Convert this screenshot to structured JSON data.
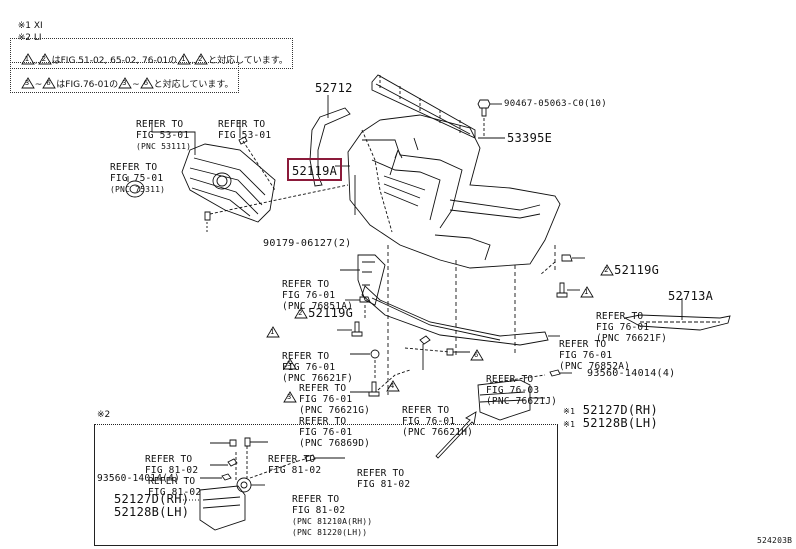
{
  "diagram_id": "524203B",
  "legend": {
    "marks": [
      {
        "symbol": "※1",
        "text": "XI"
      },
      {
        "symbol": "※2",
        "text": "LI"
      }
    ],
    "note_1": {
      "tri_a": "1",
      "sep": ",",
      "tri_b": "2",
      "text_mid": "はFIG.51-02, 65-02, 76-01の",
      "tri_c": "1",
      "sep2": ",",
      "tri_d": "2",
      "text_end": "と対応しています。"
    },
    "note_2": {
      "tri_a": "3",
      "sep": "~",
      "tri_b": "6",
      "text_mid": "はFIG.76-01の",
      "tri_c": "3",
      "sep2": "~",
      "tri_d": "6",
      "text_end": "と対応しています。"
    }
  },
  "parts": {
    "p52712": "52712",
    "p52119A": "52119A",
    "p90467": "90467-05063-C0(10)",
    "p53395E": "53395E",
    "p90179": "90179-06127(2)",
    "p52119G_left": {
      "tri": "2",
      "label": "52119G"
    },
    "p52119G_right": {
      "tri": "2",
      "label": "52119G"
    },
    "p52713A": "52713A",
    "p93560": "93560-14014(4)",
    "p52127D": {
      "mark": "※1",
      "label": "52127D(RH)"
    },
    "p52128B": {
      "mark": "※1",
      "label": "52128B(LH)"
    }
  },
  "refs": {
    "grille_top": {
      "line1": "REFER TO",
      "line2": "FIG 53-01",
      "line3": "(PNC 53111)"
    },
    "clip_top": {
      "line1": "REFER TO",
      "line2": "FIG 53-01"
    },
    "emblem": {
      "line1": "REFER TO",
      "line2": "FIG 75-01",
      "line3": "(PNC 75311)"
    },
    "retainer_left": {
      "line1": "REFER TO",
      "line2": "FIG 76-01",
      "line3": "(PNC 76851A)"
    },
    "bolt_76621F_right": {
      "tri": "1",
      "line1": "REFER TO",
      "line2": "FIG 76-01",
      "line3": "(PNC 76621F)"
    },
    "spoiler": {
      "line1": "REFER TO",
      "line2": "FIG 76-01",
      "line3": "(PNC 76852A)"
    },
    "bolt_76621F_left": {
      "tri": "1",
      "line1": "REFER TO",
      "line2": "FIG 76-01",
      "line3": "(PNC 76621F)"
    },
    "nut_76621G": {
      "tri": "5",
      "line1": "REFER TO",
      "line2": "FIG 76-01",
      "line3": "(PNC 76621G)"
    },
    "bolt_76869D": {
      "tri": "3",
      "line1": "REFER TO",
      "line2": "FIG 76-01",
      "line3": "(PNC 76869D)"
    },
    "clip_76621J": {
      "tri": "6",
      "line1": "REFER TO",
      "line2": "FIG 76-03",
      "line3": "(PNC 76621J)"
    },
    "screw_76621H": {
      "tri": "4",
      "line1": "REFER TO",
      "line2": "FIG 76-01",
      "line3": "(PNC 76621H)"
    }
  },
  "inset": {
    "mark": "※2",
    "refs": [
      {
        "line1": "REFER TO",
        "line2": "FIG 81-02"
      },
      {
        "line1": "REFER TO",
        "line2": "FIG 81-02"
      },
      {
        "line1": "REFER TO",
        "line2": "FIG 81-02"
      },
      {
        "line1": "REFER TO",
        "line2": "FIG 81-02"
      },
      {
        "line1": "REFER TO",
        "line2": "FIG 81-02",
        "line3": "(PNC 81210A(RH))",
        "line4": "(PNC 81220(LH))"
      }
    ],
    "p93560": "93560-14014(4)",
    "p52127D": "52127D(RH)",
    "p52128B": "52128B(LH)"
  },
  "colors": {
    "highlight": "#8b1a3a",
    "ink": "#111111"
  }
}
